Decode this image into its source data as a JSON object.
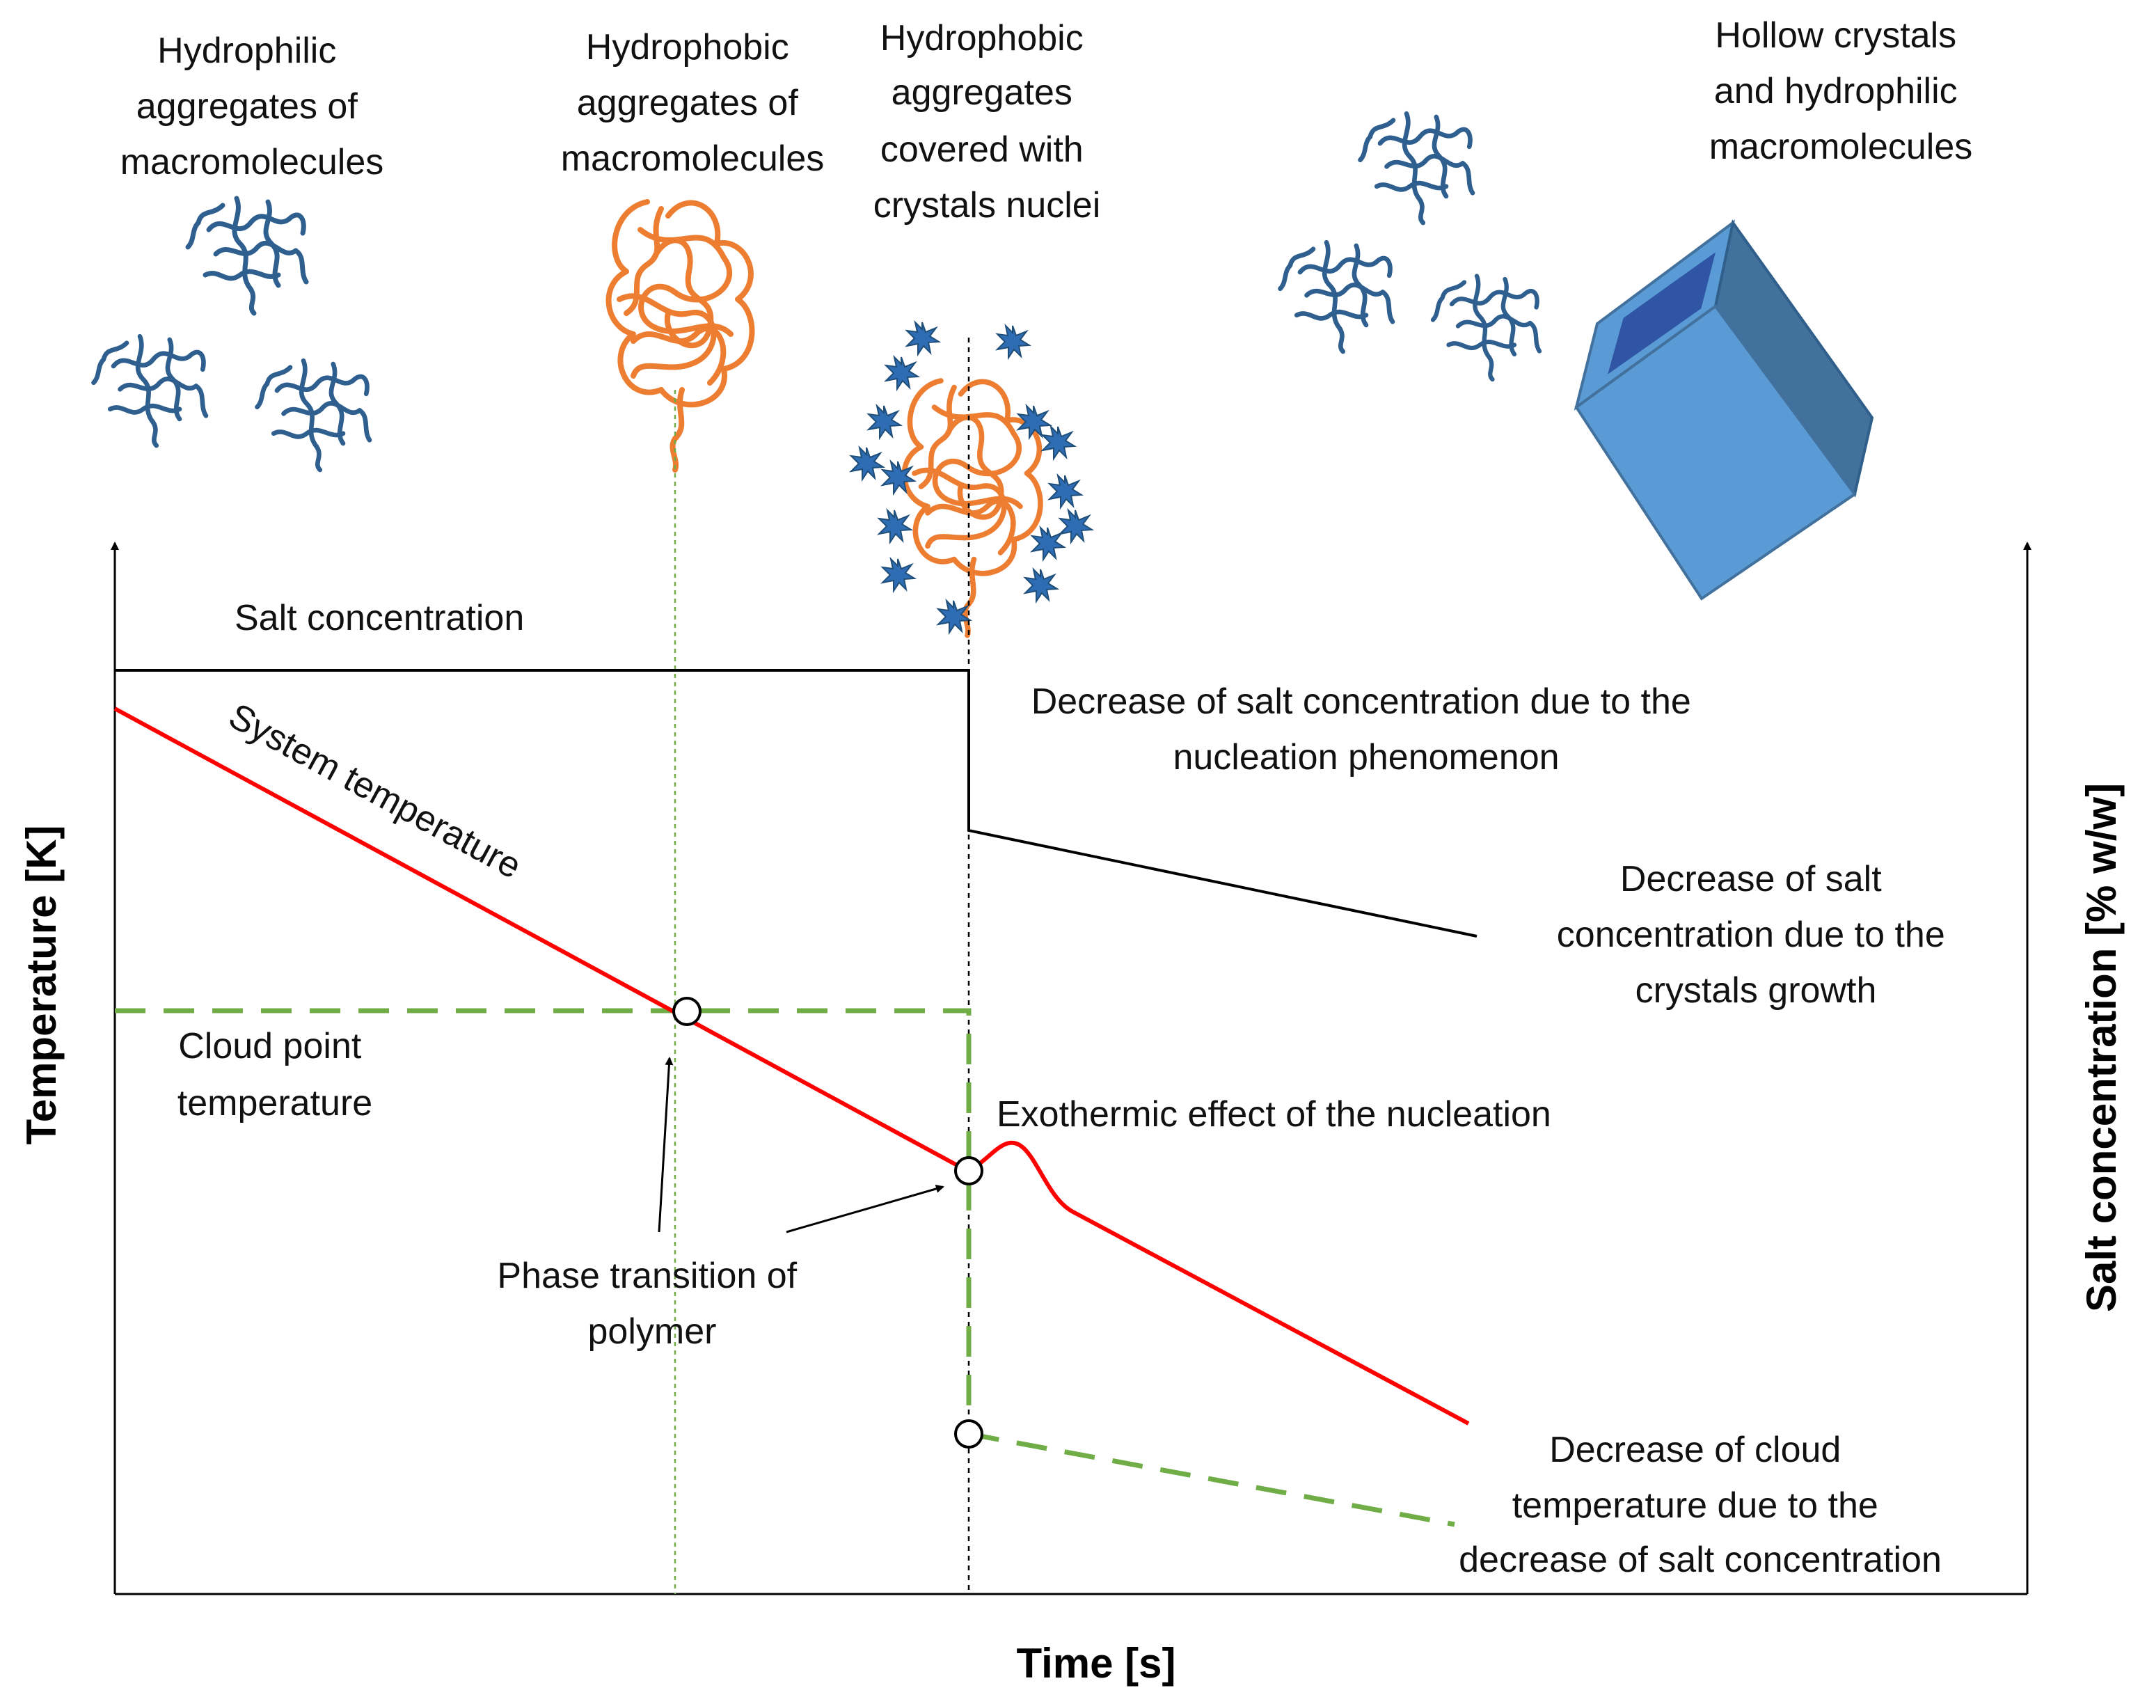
{
  "axes": {
    "x_title": "Time [s]",
    "y_left_title": "Temperature [K]",
    "y_right_title": "Salt concentration [% w/w]"
  },
  "stages": {
    "hydrophilic": [
      "Hydrophilic",
      "aggregates of",
      "macromolecules"
    ],
    "hydrophobic": [
      "Hydrophobic",
      "aggregates of",
      "macromolecules"
    ],
    "nuclei": [
      "Hydrophobic",
      "aggregates",
      "covered with",
      "crystals nuclei"
    ],
    "hollow": [
      "Hollow crystals",
      "and hydrophilic",
      "macromolecules"
    ]
  },
  "labels": {
    "salt_concentration": "Salt concentration",
    "system_temperature": "System temperature",
    "nucleation_drop": [
      "Decrease of salt concentration due to the",
      "nucleation phenomenon"
    ],
    "growth_drop": [
      "Decrease of salt",
      "concentration due to the",
      "crystals growth"
    ],
    "cloud_point": [
      "Cloud point",
      "temperature"
    ],
    "exothermic": "Exothermic effect of the nucleation",
    "phase_transition": [
      "Phase transition of",
      "polymer"
    ],
    "cloud_decrease": [
      "Decrease of cloud",
      "temperature due to the",
      "decrease of salt concentration"
    ]
  },
  "colors": {
    "temperature_line": "#ff0000",
    "salt_line": "#000000",
    "cloud_line": "#70ad47",
    "polymer_hydrophobic": "#ed7d31",
    "polymer_hydrophilic": "#2e5f8f",
    "crystal_face": "#5b9bd5",
    "crystal_side": "#41719c",
    "crystal_hollow": "#2f55a4",
    "nuclei_star": "#2e6db4"
  }
}
